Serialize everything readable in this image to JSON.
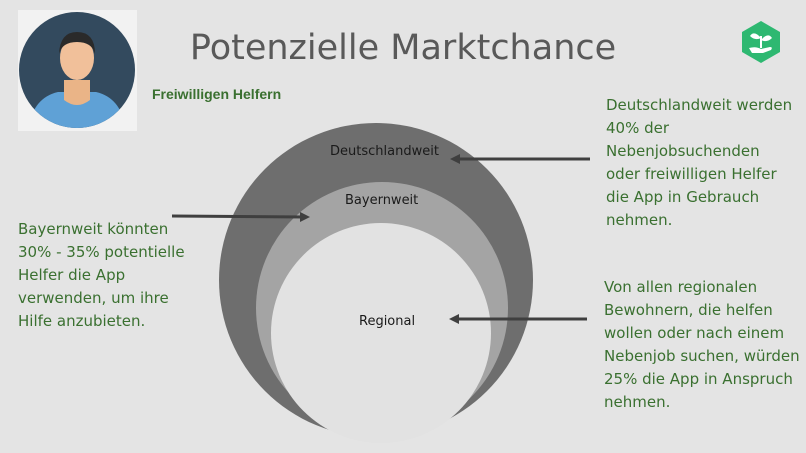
{
  "slide": {
    "title": "Potenzielle Marktchance",
    "subtitle": "Freiwilligen Helfern"
  },
  "diagram": {
    "levels": [
      "Deutschlandweit",
      "Bayernweit",
      "Regional"
    ]
  },
  "notes": {
    "left": "Bayernweit könnten 30% - 35% potentielle Helfer die App verwenden, um ihre Hilfe anzubieten.",
    "right_top": "Deutschlandweit werden 40% der Nebenjobsuchenden oder freiwilligen Helfer die App in Gebrauch nehmen.",
    "right_bottom": "Von allen regionalen Bewohnern, die helfen wollen oder nach einem Nebenjob suchen, würden 25% die App in Anspruch nehmen."
  },
  "colors": {
    "accent_green": "#3a7030",
    "logo_green": "#2eb871",
    "outer_circle": "#6e6e6e",
    "middle_circle": "#a4a4a4",
    "inner_circle": "#e2e2e2"
  },
  "icons": {
    "avatar": "person-avatar-icon",
    "logo": "plant-hand-hexagon-icon"
  }
}
